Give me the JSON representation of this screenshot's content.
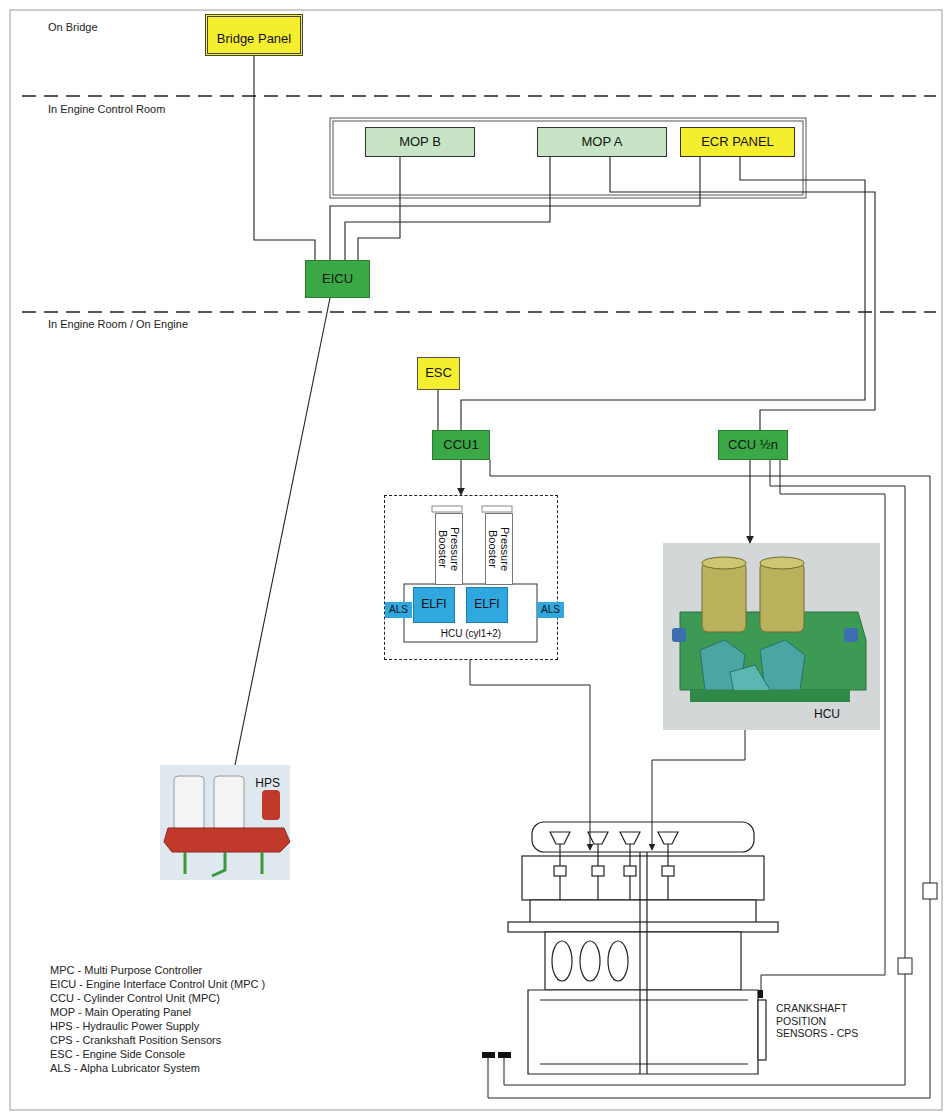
{
  "diagram": {
    "nodes": [
      {
        "text": [
          "Bridge Panel"
        ]
      },
      {
        "text": [
          "MOP B"
        ]
      },
      {
        "text": [
          "MOP A"
        ]
      },
      {
        "text": [
          "ECR PANEL"
        ]
      },
      {
        "text": [
          "EICU"
        ]
      },
      {
        "text": [
          "ESC"
        ]
      },
      {
        "text": [
          "CCU1"
        ]
      },
      {
        "text": [
          "CCU ½n"
        ]
      },
      {
        "text": [
          "HCU (cyl1+2)"
        ]
      },
      {
        "text": [
          "Pressure Booster"
        ],
        "in": 8
      },
      {
        "text": [
          "Pressure Booster"
        ],
        "in": 8
      },
      {
        "text": [
          "ALS"
        ],
        "in": 8
      },
      {
        "text": [
          "ELFI"
        ],
        "in": 8
      },
      {
        "text": [
          "ELFI"
        ],
        "in": 8
      },
      {
        "text": [
          "ALS"
        ],
        "in": 8
      },
      {
        "text": [
          "HCU"
        ]
      },
      {
        "text": [
          "HPS"
        ]
      }
    ],
    "edges": [
      {
        "from": 0,
        "to": 4,
        "arrow": "none"
      },
      {
        "from": 1,
        "to": 4,
        "arrow": "none"
      },
      {
        "from": 2,
        "to": 4,
        "arrow": "none"
      },
      {
        "from": 3,
        "to": 4,
        "arrow": "none"
      },
      {
        "from": 3,
        "to": 6,
        "arrow": "none"
      },
      {
        "from": 2,
        "to": 7,
        "arrow": "none"
      },
      {
        "from": 5,
        "to": 6,
        "arrow": "none"
      },
      {
        "from": 6,
        "to": 8,
        "arrow": "to"
      },
      {
        "from": 7,
        "to": 15,
        "arrow": "to"
      },
      {
        "from": 4,
        "to": 16,
        "arrow": "none"
      }
    ],
    "labels": [
      "On Bridge",
      "In Engine Control Room",
      "In Engine Room / On Engine",
      "CRANKSHAFT POSITION SENSORS - CPS",
      "MPC - Multi Purpose Controller",
      "EICU - Engine Interface Control Unit (MPC )",
      "CCU - Cylinder Control Unit (MPC)",
      "MOP - Main Operating Panel",
      "HPS - Hydraulic Power Supply",
      "CPS - Crankshaft Position Sensors",
      "ESC - Engine Side Console",
      "ALS - Alpha Lubricator System"
    ]
  }
}
